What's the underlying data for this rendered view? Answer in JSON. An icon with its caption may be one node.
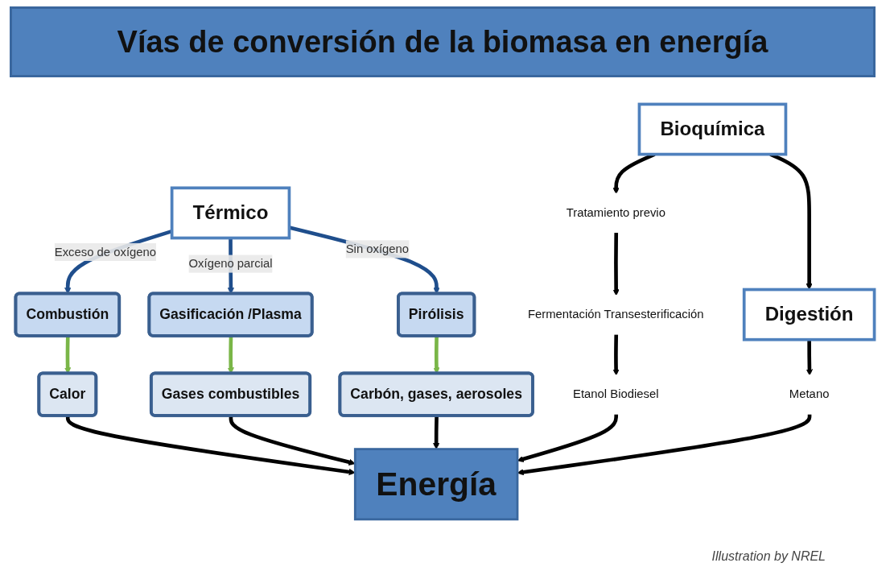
{
  "diagram": {
    "title": "Vías de conversión de la biomasa en energía",
    "caption": "Illustration by NREL",
    "nodes": [
      {
        "text": [
          "Térmico"
        ]
      },
      {
        "text": [
          "Bioquímica"
        ]
      },
      {
        "text": [
          "Combustión"
        ]
      },
      {
        "text": [
          "Gasificación /Plasma"
        ]
      },
      {
        "text": [
          "Pirólisis"
        ]
      },
      {
        "text": [
          "Calor"
        ]
      },
      {
        "text": [
          "Gases combustibles"
        ]
      },
      {
        "text": [
          "Carbón, gases, aerosoles"
        ]
      },
      {
        "text": [
          "Tratamiento previo"
        ]
      },
      {
        "text": [
          "Fermentación Transesterificación"
        ]
      },
      {
        "text": [
          "Etanol Biodiesel"
        ]
      },
      {
        "text": [
          "Digestión"
        ]
      },
      {
        "text": [
          "Metano"
        ]
      },
      {
        "text": [
          "Energía"
        ]
      }
    ],
    "edges": [
      {
        "from": 0,
        "to": 2,
        "arrow": "to",
        "label": "Exceso de oxígeno",
        "color": "#1f4e8c"
      },
      {
        "from": 0,
        "to": 3,
        "arrow": "to",
        "label": "Oxígeno parcial",
        "color": "#1f4e8c"
      },
      {
        "from": 0,
        "to": 4,
        "arrow": "to",
        "label": "Sin oxígeno",
        "color": "#1f4e8c"
      },
      {
        "from": 2,
        "to": 5,
        "arrow": "to",
        "color": "#7ab648"
      },
      {
        "from": 3,
        "to": 6,
        "arrow": "to",
        "color": "#7ab648"
      },
      {
        "from": 4,
        "to": 7,
        "arrow": "to",
        "color": "#7ab648"
      },
      {
        "from": 1,
        "to": 8,
        "arrow": "to"
      },
      {
        "from": 8,
        "to": 9,
        "arrow": "to"
      },
      {
        "from": 9,
        "to": 10,
        "arrow": "to"
      },
      {
        "from": 1,
        "to": 11,
        "arrow": "to"
      },
      {
        "from": 11,
        "to": 12,
        "arrow": "to"
      },
      {
        "from": 5,
        "to": 13,
        "arrow": "to"
      },
      {
        "from": 6,
        "to": 13,
        "arrow": "to"
      },
      {
        "from": 7,
        "to": 13,
        "arrow": "to"
      },
      {
        "from": 10,
        "to": 13,
        "arrow": "to"
      },
      {
        "from": 12,
        "to": 13,
        "arrow": "to"
      }
    ]
  }
}
